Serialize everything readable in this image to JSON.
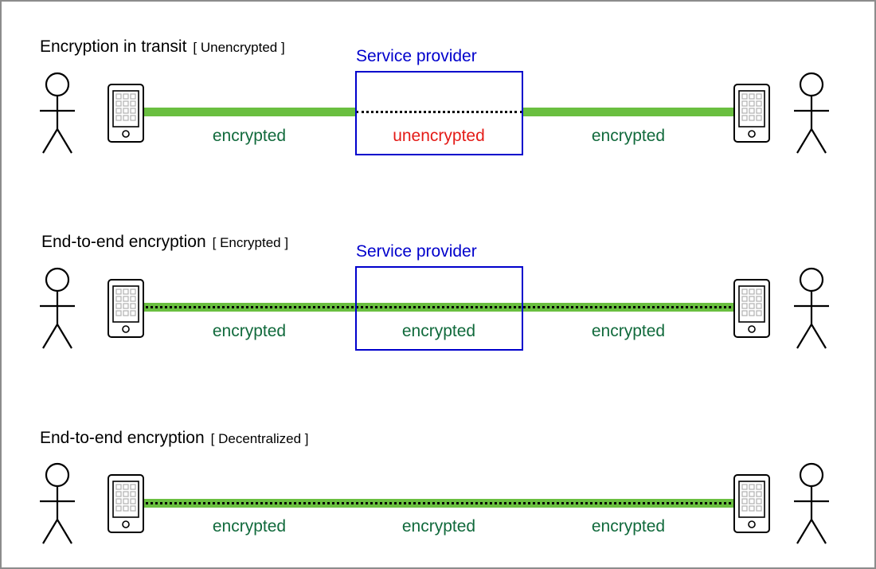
{
  "rows": [
    {
      "title": "Encryption in transit",
      "tag": "[ Unencrypted ]",
      "provider_label": "Service provider",
      "segments": [
        {
          "label": "encrypted",
          "status": "encrypted"
        },
        {
          "label": "unencrypted",
          "status": "unencrypted"
        },
        {
          "label": "encrypted",
          "status": "encrypted"
        }
      ]
    },
    {
      "title": "End-to-end encryption",
      "tag": "[ Encrypted ]",
      "provider_label": "Service provider",
      "segments": [
        {
          "label": "encrypted",
          "status": "encrypted"
        },
        {
          "label": "encrypted",
          "status": "encrypted"
        },
        {
          "label": "encrypted",
          "status": "encrypted"
        }
      ]
    },
    {
      "title": "End-to-end encryption",
      "tag": "[ Decentralized ]",
      "segments": [
        {
          "label": "encrypted",
          "status": "encrypted"
        },
        {
          "label": "encrypted",
          "status": "encrypted"
        },
        {
          "label": "encrypted",
          "status": "encrypted"
        }
      ]
    }
  ],
  "colors": {
    "encrypted_text": "#116a3c",
    "unencrypted_text": "#e41b17",
    "channel": "#6abf40",
    "provider": "#0000cc"
  },
  "icons": {
    "user": "stick-figure-person-icon",
    "device": "smartphone-icon"
  }
}
